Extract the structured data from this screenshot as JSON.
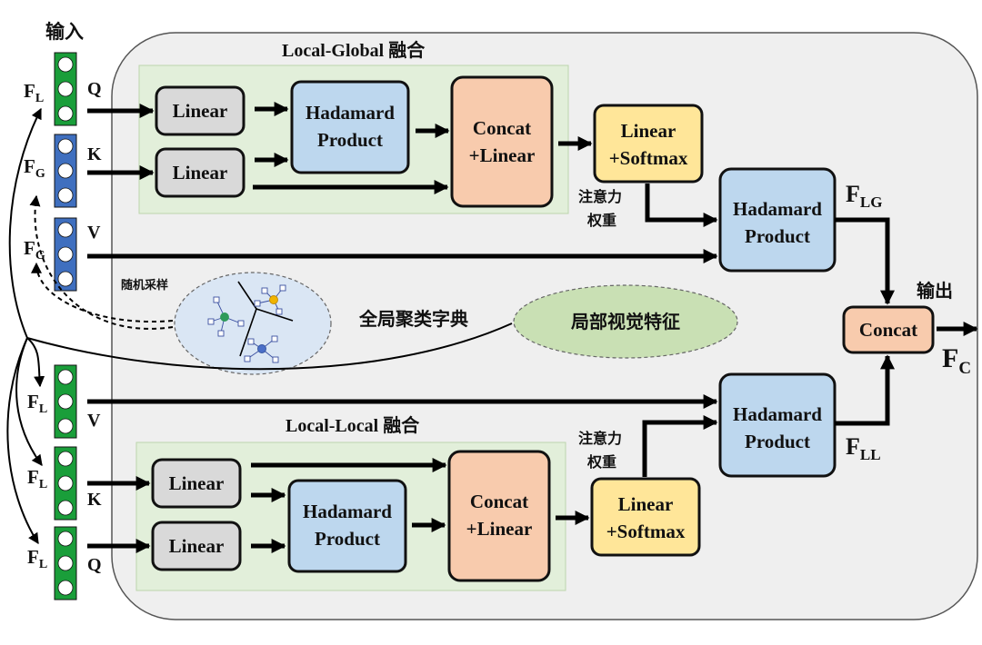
{
  "input_title": "输入",
  "output_title": "输出",
  "inputs": {
    "top": [
      {
        "base": "F",
        "sub": "L",
        "letter": "Q",
        "color": "#1a9e3a"
      },
      {
        "base": "F",
        "sub": "G",
        "letter": "K",
        "color": "#3f6fbf"
      },
      {
        "base": "F",
        "sub": "G",
        "letter": "V",
        "color": "#3f6fbf"
      }
    ],
    "bottom": [
      {
        "base": "F",
        "sub": "L",
        "letter": "V",
        "color": "#1a9e3a"
      },
      {
        "base": "F",
        "sub": "L",
        "letter": "K",
        "color": "#1a9e3a"
      },
      {
        "base": "F",
        "sub": "L",
        "letter": "Q",
        "color": "#1a9e3a"
      }
    ]
  },
  "global_branch": {
    "title": "Local-Global 融合",
    "linear_q": "Linear",
    "linear_k": "Linear",
    "hadamard_line1": "Hadamard",
    "hadamard_line2": "Product",
    "concat_line1": "Concat",
    "concat_line2": "+Linear",
    "softmax_line1": "Linear",
    "softmax_line2": "+Softmax",
    "weight_line1": "注意力",
    "weight_line2": "权重",
    "out_hadamard_line1": "Hadamard",
    "out_hadamard_line2": "Product",
    "output_base": "F",
    "output_sub": "LG"
  },
  "local_branch": {
    "title": "Local-Local 融合",
    "linear_k": "Linear",
    "linear_q": "Linear",
    "hadamard_line1": "Hadamard",
    "hadamard_line2": "Product",
    "concat_line1": "Concat",
    "concat_line2": "+Linear",
    "softmax_line1": "Linear",
    "softmax_line2": "+Softmax",
    "weight_line1": "注意力",
    "weight_line2": "权重",
    "out_hadamard_line1": "Hadamard",
    "out_hadamard_line2": "Product",
    "output_base": "F",
    "output_sub": "LL"
  },
  "sampling_label": "随机采样",
  "dictionary_label": "全局聚类字典",
  "local_visual_label": "局部视觉特征",
  "concat_label": "Concat",
  "final_output": {
    "base": "F",
    "sub": "C"
  },
  "colors": {
    "linear": "#d9d9d9",
    "hadamard": "#bdd7ee",
    "concat": "#f8cbad",
    "softmax": "#ffe699",
    "branch_bg": "#e2efda",
    "panel_bg": "#efefef",
    "dictionary": "#dae6f4",
    "local_visual": "#c9e0b4"
  }
}
